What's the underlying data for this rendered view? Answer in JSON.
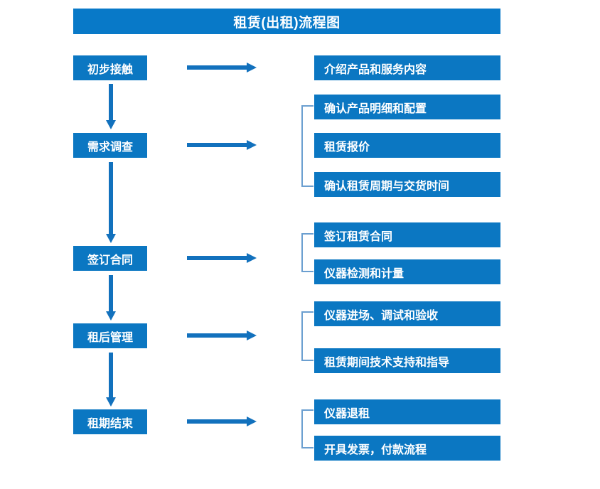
{
  "page": {
    "title": "租赁(出租)流程图",
    "colors": {
      "box_blue": "#0b77c2",
      "title_blue": "#0879c8",
      "arrow_blue": "#1271bd",
      "bracket_blue": "#6b9fd0",
      "background": "#ffffff",
      "text": "#ffffff"
    }
  },
  "stages": [
    {
      "label": "初步接触"
    },
    {
      "label": "需求调查"
    },
    {
      "label": "签订合同"
    },
    {
      "label": "租后管理"
    },
    {
      "label": "租期结束"
    }
  ],
  "details": [
    {
      "label": "介绍产品和服务内容"
    },
    {
      "label": "确认产品明细和配置"
    },
    {
      "label": "租赁报价"
    },
    {
      "label": "确认租赁周期与交货时间"
    },
    {
      "label": "签订租赁合同"
    },
    {
      "label": "仪器检测和计量"
    },
    {
      "label": "仪器进场、调试和验收"
    },
    {
      "label": "租赁期间技术支持和指导"
    },
    {
      "label": "仪器退租"
    },
    {
      "label": "开具发票，付款流程"
    }
  ],
  "groups": [
    {
      "stage": "需求调查",
      "members": [
        "确认产品明细和配置",
        "租赁报价",
        "确认租赁周期与交货时间"
      ]
    },
    {
      "stage": "签订合同",
      "members": [
        "签订租赁合同",
        "仪器检测和计量"
      ]
    },
    {
      "stage": "租后管理",
      "members": [
        "仪器进场、调试和验收",
        "租赁期间技术支持和指导"
      ]
    },
    {
      "stage": "租期结束",
      "members": [
        "仪器退租",
        "开具发票，付款流程"
      ]
    }
  ],
  "flow_connections": [
    {
      "from": "初步接触",
      "to": "需求调查"
    },
    {
      "from": "需求调查",
      "to": "签订合同"
    },
    {
      "from": "签订合同",
      "to": "租后管理"
    },
    {
      "from": "租后管理",
      "to": "租期结束"
    }
  ]
}
